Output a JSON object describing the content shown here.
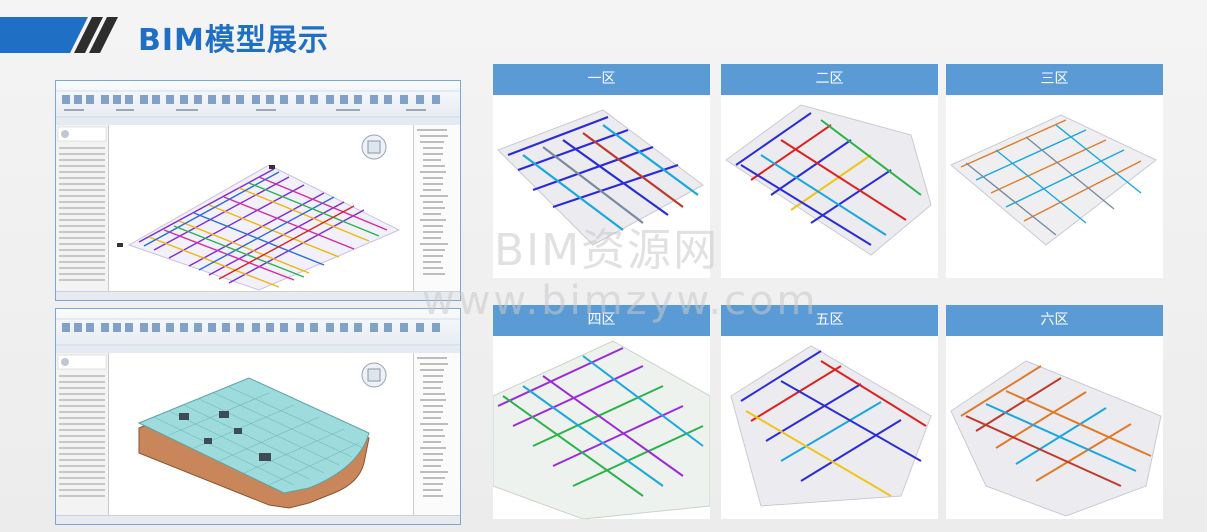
{
  "slide": {
    "title": "BIM模型展示",
    "accent_color": "#1f6fc4",
    "header_bar_color": "#1f6fc4"
  },
  "screenshots": [
    {
      "name": "revit-mep-overview",
      "model_color": "multi-color pipes"
    },
    {
      "name": "revit-architecture-overview",
      "model_color": "#8fd3d6"
    }
  ],
  "zones": [
    {
      "label": "一区",
      "pipe_colors": [
        "#2b2bd9",
        "#1aa7e0",
        "#c0392b"
      ]
    },
    {
      "label": "二区",
      "pipe_colors": [
        "#2b2bd9",
        "#e02020",
        "#f0c419",
        "#2ab34b"
      ]
    },
    {
      "label": "三区",
      "pipe_colors": [
        "#e07b2b",
        "#1aa7e0",
        "#7a8aa0"
      ]
    },
    {
      "label": "四区",
      "pipe_colors": [
        "#9b2bd9",
        "#2ab34b",
        "#1aa7e0"
      ]
    },
    {
      "label": "五区",
      "pipe_colors": [
        "#2b2bd9",
        "#e02020",
        "#1aa7e0",
        "#f0c419"
      ]
    },
    {
      "label": "六区",
      "pipe_colors": [
        "#e07b2b",
        "#c0392b",
        "#1aa7e0"
      ]
    }
  ],
  "header_color": "#5b9bd5",
  "watermark": {
    "line1": "BIM资源网",
    "line2": "www.bimzyw.com"
  }
}
